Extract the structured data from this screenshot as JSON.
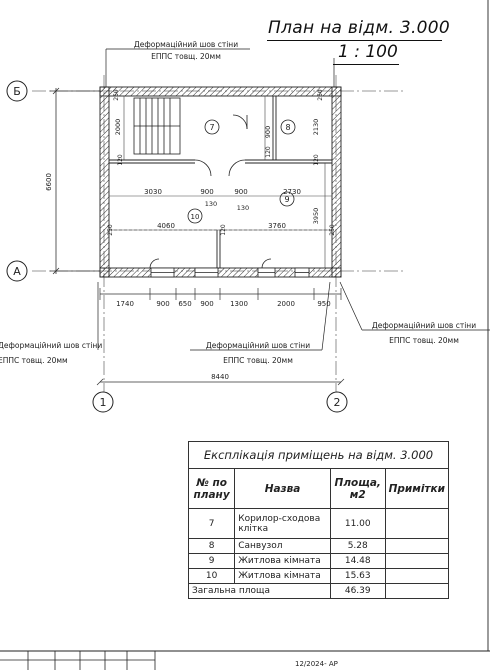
{
  "title": {
    "plan": "План на відм. 3.000",
    "scale": "1 : 100"
  },
  "axes": {
    "letter_b": "Б",
    "letter_a": "А",
    "num_1": "1",
    "num_2": "2"
  },
  "dims": {
    "height_total": "6600",
    "top_width_total": "8440",
    "bottom_chain": [
      "1740",
      "900",
      "650",
      "900",
      "1300",
      "2000",
      "950"
    ],
    "interior": {
      "stair_h": "2000",
      "wall_h": "900",
      "bath_h": "2130",
      "left_room_w": "3030",
      "door_left": "900",
      "door_right": "900",
      "right_room_w": "2730",
      "w130_left": "130",
      "w130_right": "130",
      "room10_w": "4060",
      "room9_w": "3760",
      "right_h": "3950",
      "wall_250_tl": "250",
      "wall_250_tr": "250",
      "wall_250_bl": "250",
      "wall_250_br": "250",
      "wall_120_a": "120",
      "wall_120_b": "120",
      "wall_120_c": "120",
      "wall_120_d": "120"
    }
  },
  "rooms": {
    "r7": "7",
    "r8": "8",
    "r9": "9",
    "r10": "10"
  },
  "notes": {
    "top_line1": "Деформаційний шов стіни",
    "top_line2": "ЕППС товщ. 20мм",
    "left_line1": "Деформаційний шов стіни",
    "left_line2": "ЕППС товщ. 20мм",
    "mid_line1": "Деформаційний шов стіни",
    "mid_line2": "ЕППС товщ. 20мм",
    "right_line1": "Деформаційний шов стіни",
    "right_line2": "ЕППС товщ. 20мм"
  },
  "table": {
    "caption": "Експлікація приміщень на відм. 3.000",
    "headers": {
      "num": "№ по планy",
      "name": "Назва",
      "area": "Площа, м2",
      "notes": "Примітки"
    },
    "rows": [
      {
        "num": "7",
        "name": "Корилор-сходова клітка",
        "area": "11.00",
        "note": ""
      },
      {
        "num": "8",
        "name": "Санвузол",
        "area": "5.28",
        "note": ""
      },
      {
        "num": "9",
        "name": "Житлова кімната",
        "area": "14.48",
        "note": ""
      },
      {
        "num": "10",
        "name": "Житлова кімната",
        "area": "15.63",
        "note": ""
      }
    ],
    "total_label": "Загальна площа",
    "total_area": "46.39"
  },
  "stamp": {
    "code": "12/2024- АР"
  }
}
